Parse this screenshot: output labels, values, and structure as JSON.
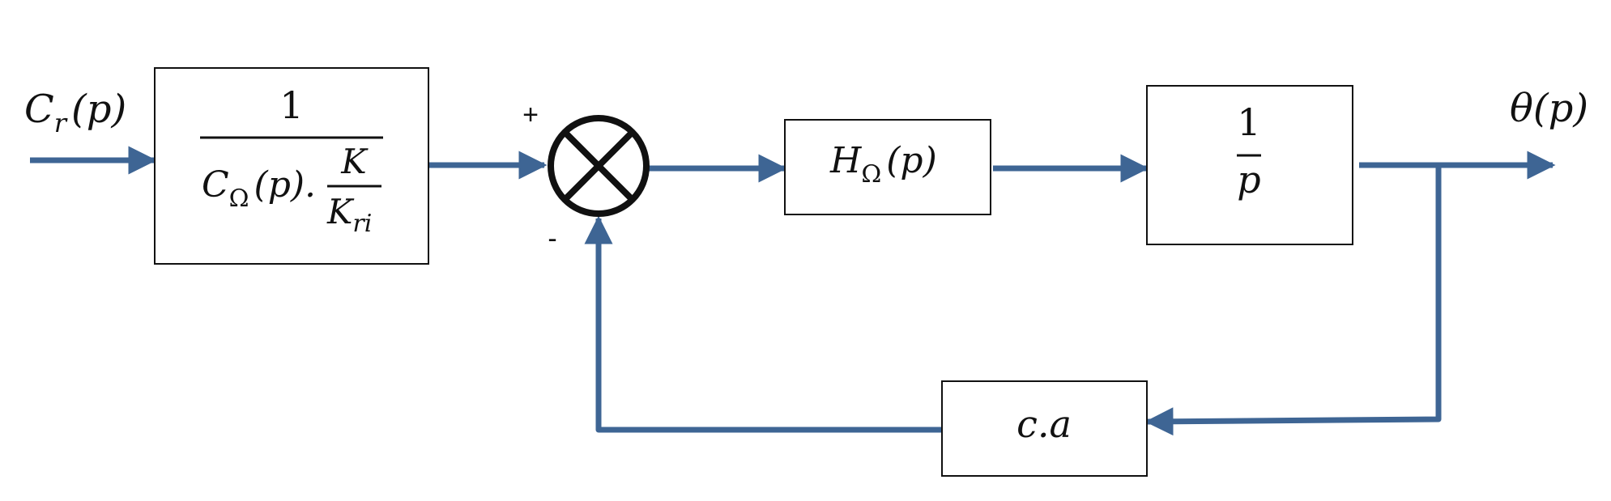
{
  "colors": {
    "signal_line": "#3e6594",
    "block_stroke": "#111111",
    "background": "#ffffff"
  },
  "signals": {
    "input": {
      "main": "C",
      "sub": "r",
      "arg": "(p)"
    },
    "output": {
      "main": "θ",
      "arg": "(p)"
    }
  },
  "summing_junction": {
    "plus_sign": "+",
    "minus_sign": "-"
  },
  "blocks": {
    "pre_filter": {
      "numerator": "1",
      "den_main": "C",
      "den_sub": "Ω",
      "den_arg": "(p).",
      "inner_num": "K",
      "inner_den_main": "K",
      "inner_den_sub": "ri"
    },
    "speed_loop": {
      "main": "H",
      "sub": "Ω",
      "arg": "(p)"
    },
    "integrator": {
      "numerator": "1",
      "denominator": "p"
    },
    "feedback": {
      "label": "c.a"
    }
  }
}
